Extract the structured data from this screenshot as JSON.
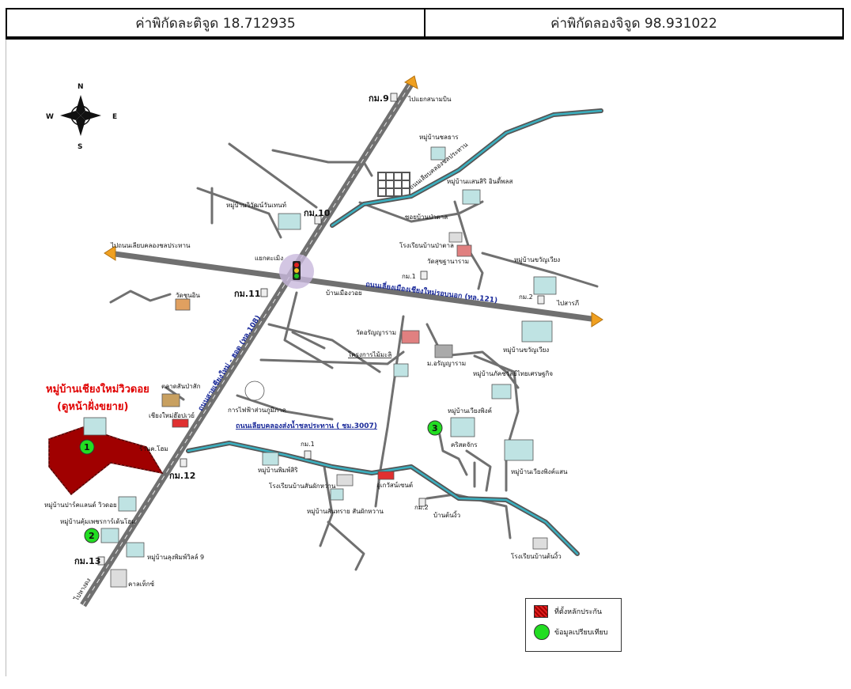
{
  "header": {
    "latitude": "ค่าพิกัดละติจูด 18.712935",
    "longitude": "ค่าพิกัดลองจิจูด 98.931022"
  },
  "compass": {
    "n": "N",
    "s": "S",
    "e": "E",
    "w": "W"
  },
  "roads": {
    "main_diagonal": "ถนนสายเชียงใหม่ - ฮอด (ทล.108)",
    "ring_road": "ถนนเลี่ยงเมืองเชียงใหม่รอบนอก (ทล.121)",
    "canal_road_south": "ถนนเลียบคลองส่งน้ำชลประทาน ( ชม.3007)",
    "canal_road_north": "ถนนเลียบคลองชลประทาน",
    "to_canal_road_west": "ไปถนนเลียบคลองชลประทาน",
    "to_airport": "ไปแยกสนามบิน",
    "to_sarapi": "ไปสารภี",
    "to_hot": "ไปหางดง",
    "soi": "ซอยบ้านป่าตาล"
  },
  "km_markers": {
    "km9": "กม.9",
    "km10": "กม.10",
    "km11": "กม.11",
    "km12": "กม.12",
    "km13": "กม.13",
    "km1a": "กม.1",
    "km2a": "กม.2",
    "km1b": "กม.1",
    "km2b": "กม.2"
  },
  "places": {
    "project": "หมู่บ้านเชียงใหม่วิวดอย",
    "project_sub": "(ดูหน้าฝั่งขยาย)",
    "intersection": "แยกตะเมิง",
    "v_chontara": "หมู่บ้านชลธาร",
    "v_ruen_nimit": "หมู่บ้านแสนสิริ อินดี้พลส",
    "v_wat_dok": "หมู่บ้านวิวัฒน์วันเทนท์",
    "school_patan": "โรงเรียนบ้านป่าตาล",
    "wat_thung": "วัดสุขฐานาราม",
    "v_kwan": "หมู่บ้านขวัญเวียง",
    "v_kwan2": "หมู่บ้านขวัญเวียง",
    "wat_chula": "วัดชุนอิน",
    "ban_mueang": "บ้านเมืองวอย",
    "wat_aran": "วัดอรัญญาราม",
    "project_mai": "โครงการไม้มะลิ",
    "ban_thung": "ม.อรัญญาราม",
    "v_sarin": "หมู่บ้านภัคชวัลย์ไทยเศรษฐกิจ",
    "market": "ตลาดสันป่าสัก",
    "cm_hospital": "เชียงใหม่ฮ๊อปเวย์",
    "electric": "การไฟฟ้าส่วนภูมิภาค",
    "shop": "ร้านค.โฮม",
    "v_phimsiri": "หมู่บ้านพิมพ์สิริ",
    "school_sakaw": "โรงเรียนบ้านสันผักหวาน",
    "v_sansaikam": "หมู่บ้านสันทราย สันผักหวาน",
    "garage": "อู่เกวัสน์เซนต์",
    "ban_tonkew": "บ้านต้นงิ้ว",
    "v_wiang_ping": "หมู่บ้านเวียงพิงค์",
    "church": "คริสตจักร",
    "v_wiang_phan": "หมู่บ้านเวียงพิงค์แสน",
    "school_tonkew": "โรงเรียนบ้านต้นงิ้ว",
    "v_park": "หมู่บ้านปาร์คแลนด์ วิวดอย",
    "v_chai": "หมู่บ้านคุ้มเพชรการ์เด้นโฮม",
    "v_thung_pao": "หมู่บ้านลุงพิมพ์วิลล์ 9",
    "caltex": "คาลเท็กซ์"
  },
  "markers": [
    "1",
    "2",
    "3"
  ],
  "legend": {
    "site": "ที่ตั้งหลักประกัน",
    "compare": "ข้อมูลเปรียบเทียบ"
  },
  "colors": {
    "road": "#707070",
    "canal": "#3ab0c0",
    "plot": "#a00000",
    "marker": "#22dd22",
    "arrow": "#f0a020",
    "label_blue": "#1a2a9a"
  }
}
